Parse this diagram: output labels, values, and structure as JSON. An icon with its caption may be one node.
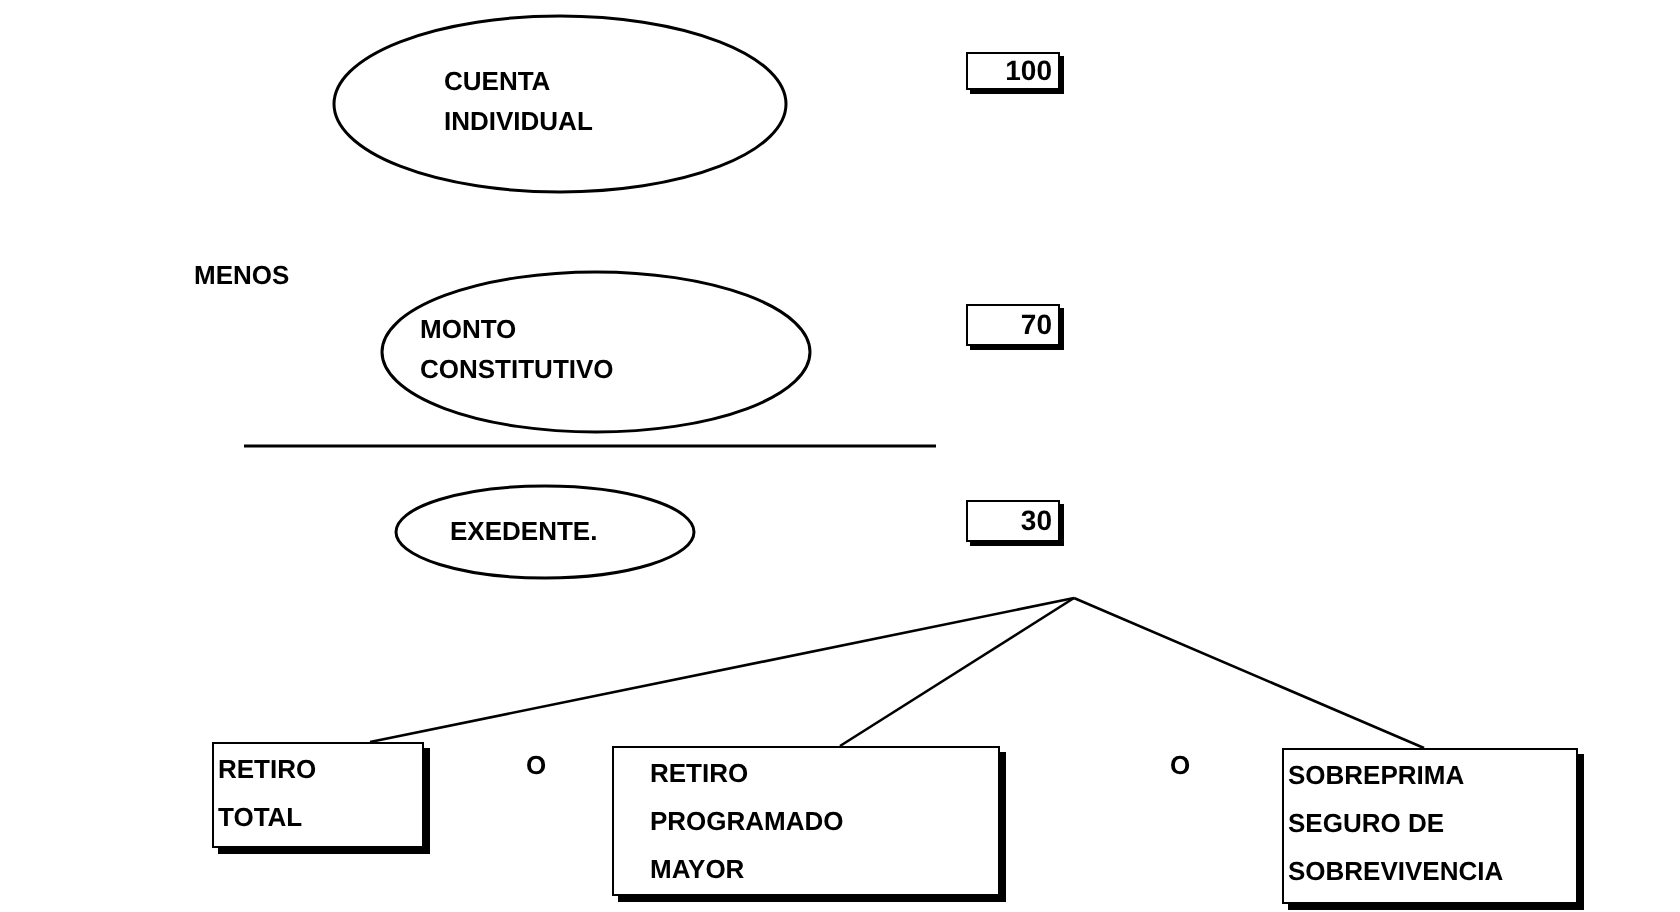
{
  "diagram": {
    "nodes": [
      {
        "text": [
          "CUENTA INDIVIDUAL"
        ]
      },
      {
        "text": [
          "100"
        ]
      },
      {
        "text": [
          "MONTO CONSTITUTIVO"
        ]
      },
      {
        "text": [
          "70"
        ]
      },
      {
        "text": [
          "EXEDENTE."
        ]
      },
      {
        "text": [
          "30"
        ]
      },
      {
        "text": [
          "RETIRO TOTAL"
        ]
      },
      {
        "text": [
          "RETIRO PROGRAMADO MAYOR"
        ]
      },
      {
        "text": [
          "SOBREPRIMA SEGURO DE SOBREVIVENCIA"
        ]
      }
    ],
    "edges": [
      {
        "from": null,
        "to": 6,
        "arrow": "none"
      },
      {
        "from": null,
        "to": 7,
        "arrow": "none"
      },
      {
        "from": null,
        "to": 8,
        "arrow": "none"
      }
    ],
    "labels": [
      "MENOS",
      "O",
      "O"
    ]
  }
}
